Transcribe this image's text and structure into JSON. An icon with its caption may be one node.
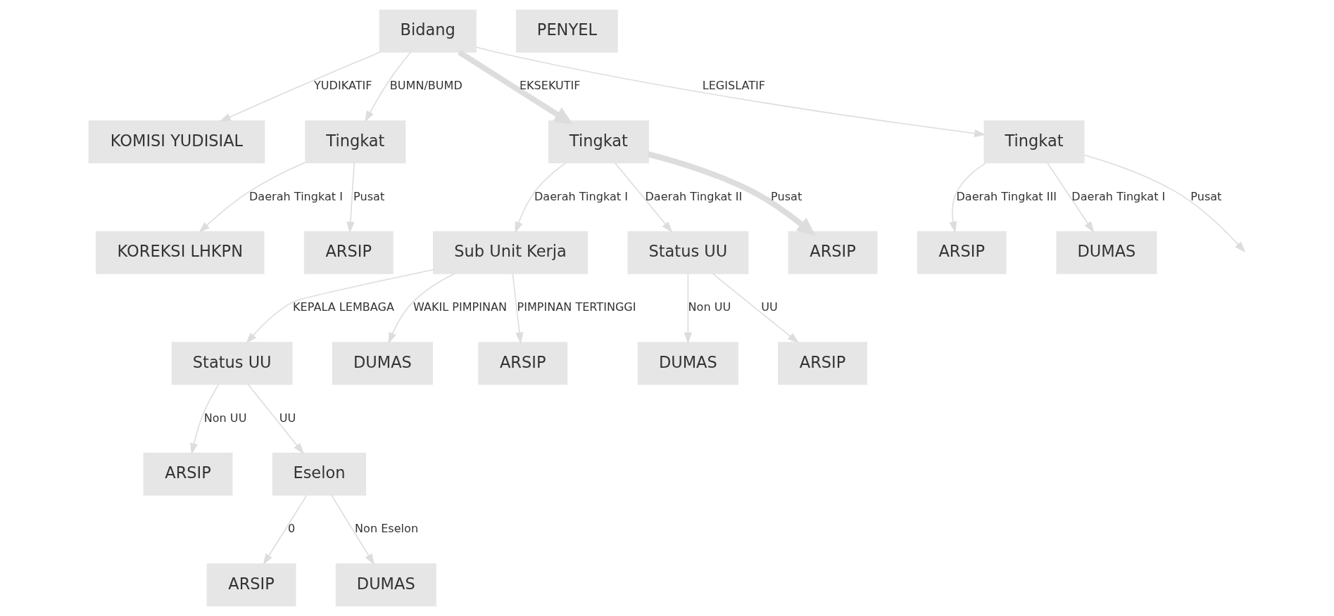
{
  "diagram": {
    "nodes": [
      {
        "text": [
          "Bidang"
        ]
      },
      {
        "text": [
          "KOMISI YUDISIAL"
        ]
      },
      {
        "text": [
          "Tingkat"
        ]
      },
      {
        "text": [
          "Tingkat"
        ]
      },
      {
        "text": [
          "Tingkat"
        ]
      },
      {
        "text": [
          "KOREKSI LHKPN"
        ]
      },
      {
        "text": [
          "ARSIP"
        ]
      },
      {
        "text": [
          "Sub Unit Kerja"
        ]
      },
      {
        "text": [
          "Status UU"
        ]
      },
      {
        "text": [
          "ARSIP"
        ]
      },
      {
        "text": [
          "ARSIP"
        ]
      },
      {
        "text": [
          "DUMAS"
        ]
      },
      {
        "text": [
          "Status UU"
        ]
      },
      {
        "text": [
          "DUMAS"
        ]
      },
      {
        "text": [
          "DUMAS"
        ]
      },
      {
        "text": [
          "ARSIP"
        ]
      },
      {
        "text": [
          "ARSIP"
        ]
      },
      {
        "text": [
          "Eselon"
        ]
      },
      {
        "text": [
          "ARSIP"
        ]
      },
      {
        "text": [
          "PENYEL"
        ]
      },
      {
        "text": [
          "ARSIP"
        ]
      },
      {
        "text": [
          "DUMAS"
        ]
      }
    ],
    "edges": [
      {
        "from": 0,
        "to": 1,
        "arrow": "to",
        "label": "YUDIKATIF"
      },
      {
        "from": 0,
        "to": 2,
        "arrow": "to",
        "label": "BUMN/BUMD"
      },
      {
        "from": 0,
        "to": 3,
        "arrow": "to",
        "label": "EKSEKUTIF",
        "style": "thick"
      },
      {
        "from": 0,
        "to": 4,
        "arrow": "to",
        "label": "LEGISLATIF"
      },
      {
        "from": 2,
        "to": 5,
        "arrow": "to",
        "label": "Daerah Tingkat I"
      },
      {
        "from": 2,
        "to": 6,
        "arrow": "to",
        "label": "Pusat"
      },
      {
        "from": 3,
        "to": 7,
        "arrow": "to",
        "label": "Daerah Tingkat I"
      },
      {
        "from": 3,
        "to": 8,
        "arrow": "to",
        "label": "Daerah Tingkat II"
      },
      {
        "from": 3,
        "to": 9,
        "arrow": "to",
        "label": "Pusat",
        "style": "thick"
      },
      {
        "from": 4,
        "to": null,
        "arrow": "to",
        "label": "Pusat"
      },
      {
        "from": 4,
        "to": 10,
        "arrow": "to",
        "label": "Daerah Tingkat III"
      },
      {
        "from": 4,
        "to": 11,
        "arrow": "to",
        "label": "Daerah Tingkat I"
      },
      {
        "from": 7,
        "to": 12,
        "arrow": "to",
        "label": "KEPALA LEMBAGA"
      },
      {
        "from": 7,
        "to": 18,
        "arrow": "to",
        "label": "PIMPINAN TERTINGGI"
      },
      {
        "from": 7,
        "to": 13,
        "arrow": "to",
        "label": "WAKIL PIMPINAN"
      },
      {
        "from": 8,
        "to": 14,
        "arrow": "to",
        "label": "Non UU"
      },
      {
        "from": 8,
        "to": 15,
        "arrow": "to",
        "label": "UU"
      },
      {
        "from": 12,
        "to": 16,
        "arrow": "to",
        "label": "Non UU"
      },
      {
        "from": 12,
        "to": 17,
        "arrow": "to",
        "label": "UU"
      },
      {
        "from": 17,
        "to": 20,
        "arrow": "to",
        "label": "0"
      },
      {
        "from": 17,
        "to": 21,
        "arrow": "to",
        "label": "Non Eselon"
      }
    ]
  }
}
